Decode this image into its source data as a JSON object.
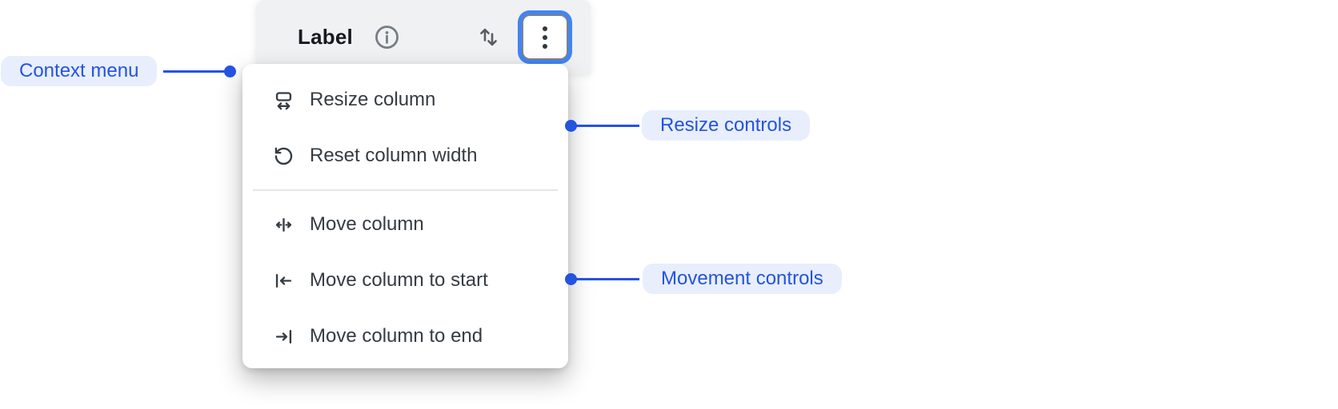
{
  "colors": {
    "accent_blue": "#2353e0",
    "annotation_bg": "#e8eefc",
    "focus_ring_blue": "#4285f4",
    "header_bg": "#f0f1f3",
    "menu_bg": "#ffffff",
    "title_text": "#17191d",
    "menu_text": "#353b42",
    "icon_gray": "#757d85"
  },
  "column_header": {
    "title": "Label",
    "icons": [
      "info-icon",
      "sort-arrows-icon",
      "kebab-menu-icon"
    ]
  },
  "context_menu": {
    "items": [
      {
        "icon": "resize-column-icon",
        "label": "Resize column"
      },
      {
        "icon": "reset-column-width-icon",
        "label": "Reset column width"
      },
      {
        "icon": "move-column-icon",
        "label": "Move column"
      },
      {
        "icon": "move-to-start-icon",
        "label": "Move column to start"
      },
      {
        "icon": "move-to-end-icon",
        "label": "Move column to end"
      }
    ]
  },
  "annotations": {
    "context_menu_label": "Context menu",
    "resize_controls_label": "Resize controls",
    "movement_controls_label": "Movement controls"
  }
}
